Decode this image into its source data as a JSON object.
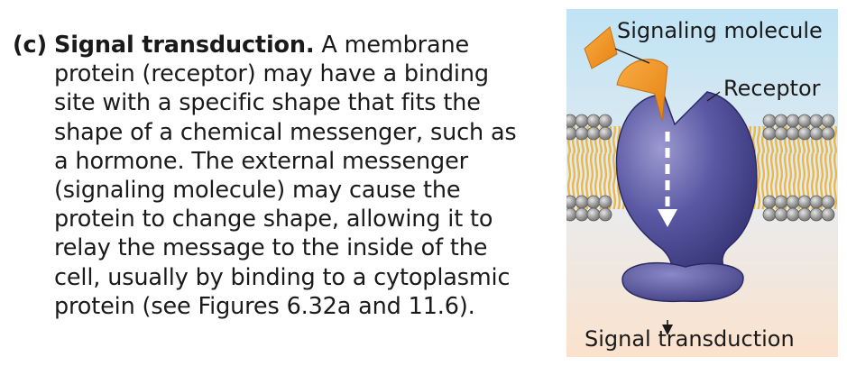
{
  "caption": {
    "label": "(c)",
    "heading": "Signal transduction.",
    "lines": [
      " A membrane",
      "protein (receptor) may have a binding",
      "site with a specific shape that fits the",
      "shape of a chemical messenger, such as",
      "a hormone. The external messenger",
      "(signaling molecule) may cause the",
      "protein to change shape, allowing it to",
      "relay the message to the inside of the",
      "cell, usually by binding to a cytoplasmic",
      "protein (see Figures 6.32a and 11.6)."
    ]
  },
  "figure": {
    "labels": {
      "signaling_molecule": "Signaling molecule",
      "receptor": "Receptor",
      "signal_transduction": "Signal transduction"
    },
    "colors": {
      "exterior": "#bfe3f5",
      "interior": "#fbe2cc",
      "phospholipid_head": "#9a9a9a",
      "lipid_tail": "#e9b74a",
      "receptor_protein": "#4b4a94",
      "signaling_molecule": "#f2921e",
      "arrow": "#ffffff"
    }
  }
}
